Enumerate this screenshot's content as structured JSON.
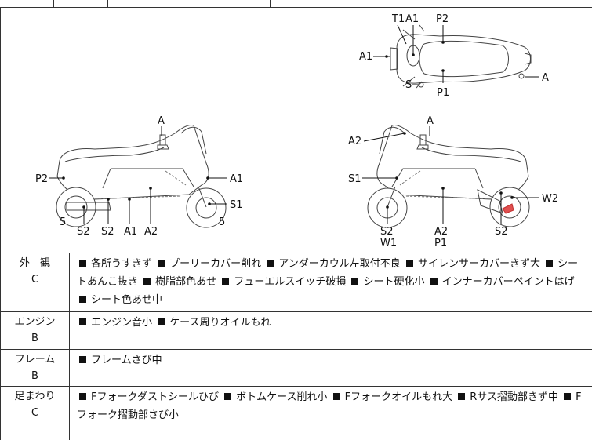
{
  "diagram": {
    "top_view": {
      "labels": [
        "T1",
        "A1",
        "P2",
        "A1",
        "S",
        "P1",
        "A"
      ]
    },
    "left_view": {
      "labels": [
        "A",
        "P2",
        "A1",
        "S1",
        "5",
        "S2",
        "S2",
        "A1",
        "A2",
        "5"
      ]
    },
    "right_view": {
      "labels": [
        "A",
        "A2",
        "S1",
        "W2",
        "S2",
        "W1",
        "A2",
        "P1",
        "S2"
      ]
    }
  },
  "rows": [
    {
      "category": "外　観",
      "grade": "C",
      "items": [
        "各所うすきず",
        "プーリーカバー削れ",
        "アンダーカウル左取付不良",
        "サイレンサーカバーきず大",
        "シートあんこ抜き",
        "樹脂部色あせ",
        "フューエルスイッチ破損",
        "シート硬化小",
        "インナーカバーペイントはげ",
        "シート色あせ中"
      ]
    },
    {
      "category": "エンジン",
      "grade": "B",
      "items": [
        "エンジン音小",
        "ケース周りオイルもれ"
      ]
    },
    {
      "category": "フレーム",
      "grade": "B",
      "items": [
        "フレームさび中"
      ]
    },
    {
      "category": "足まわり",
      "grade": "C",
      "items": [
        "Fフォークダストシールひび",
        "ボトムケース削れ小",
        "Fフォークオイルもれ大",
        "Rサス摺動部きず中",
        "Fフォーク摺動部さび小"
      ]
    }
  ]
}
